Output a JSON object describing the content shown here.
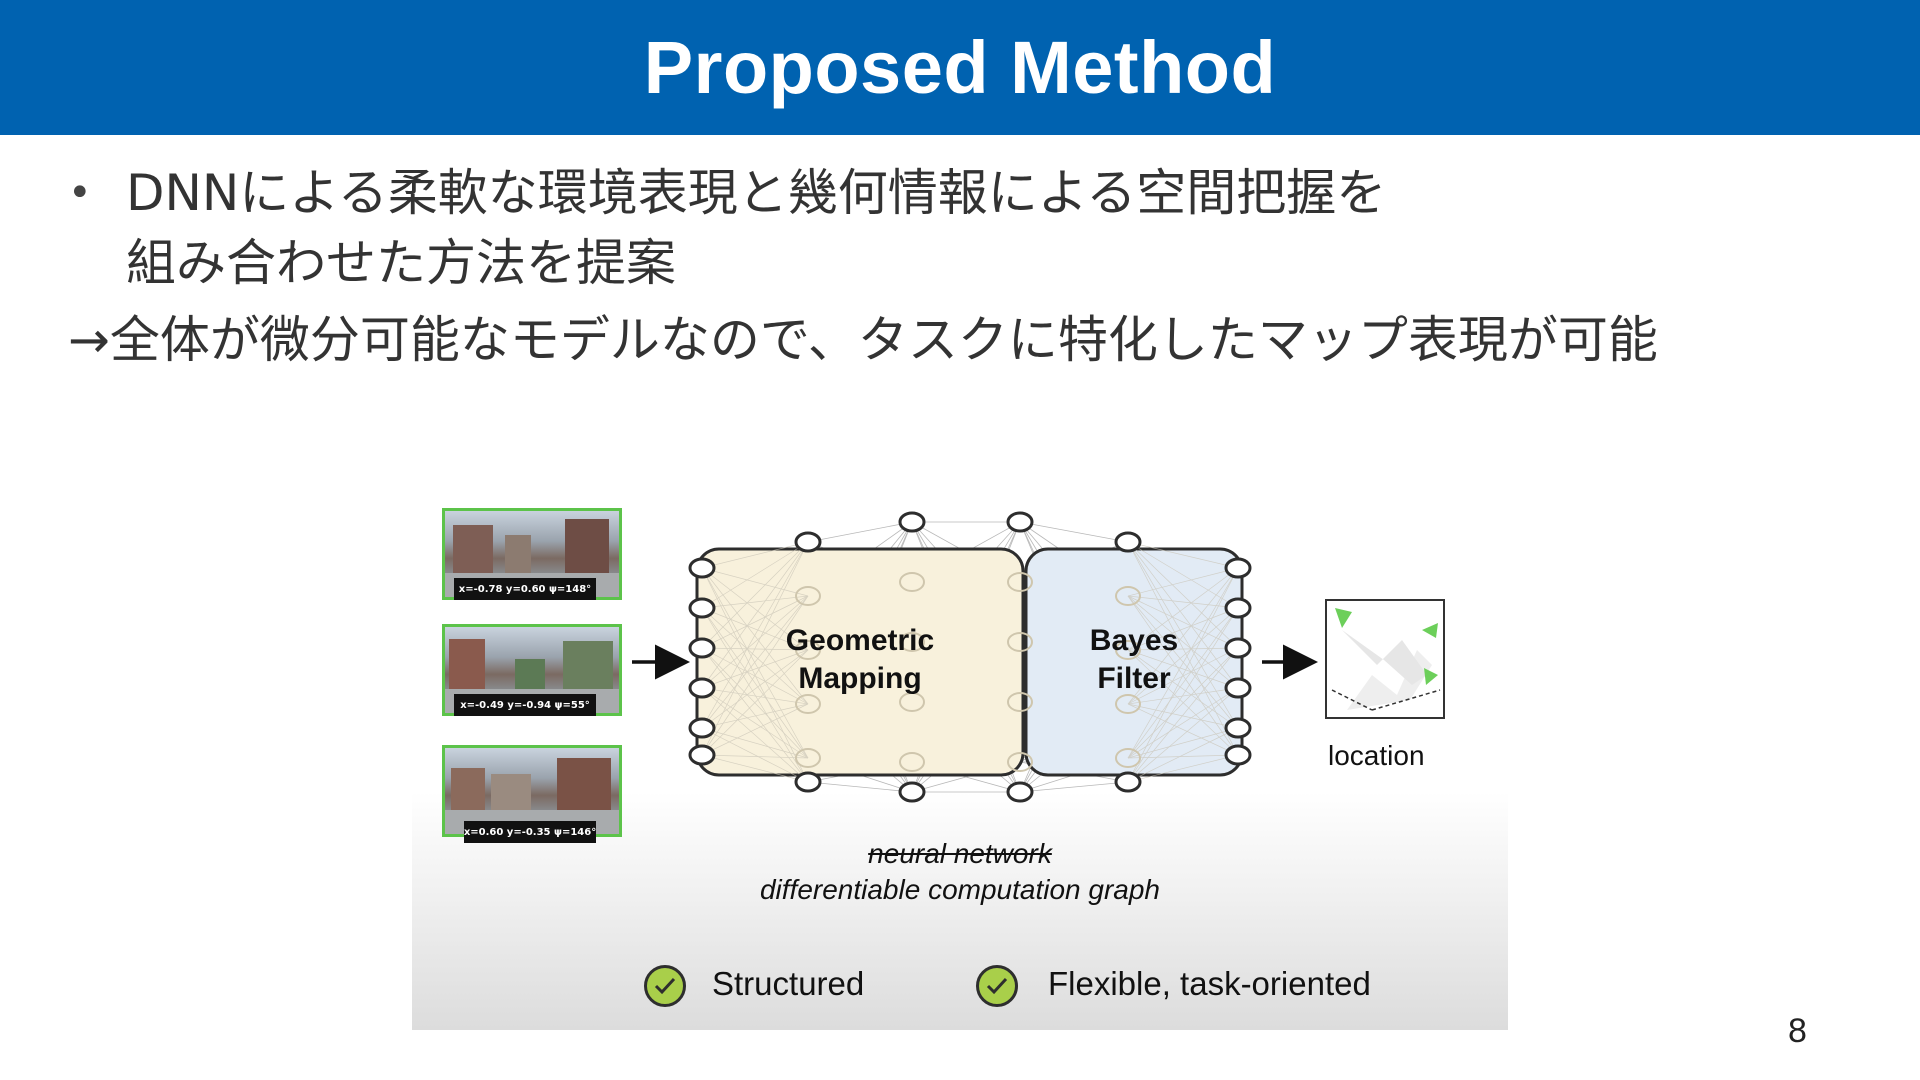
{
  "slide": {
    "title": "Proposed Method",
    "bullet_line1": "DNNによる柔軟な環境表現と幾何情報による空間把握を",
    "bullet_line2": "組み合わせた方法を提案",
    "arrow_line": "→全体が微分可能なモデルなので、タスクに特化したマップ表現が可能",
    "page_number": "8"
  },
  "figure": {
    "inputs": [
      {
        "coords": "x=-0.78 y=0.60 ψ=148°"
      },
      {
        "coords": "x=-0.49 y=-0.94 ψ=55°"
      },
      {
        "coords": "x=0.60 y=-0.35 ψ=146°"
      }
    ],
    "geometric_box": {
      "line1": "Geometric",
      "line2": "Mapping"
    },
    "bayes_box": {
      "line1": "Bayes",
      "line2": "Filter"
    },
    "output_label": "location",
    "caption_struck": "neural network",
    "caption": "differentiable computation graph",
    "checks": [
      {
        "label": "Structured"
      },
      {
        "label": "Flexible, task-oriented"
      }
    ],
    "colors": {
      "header": "#0062b0",
      "geometric_fill": "#f8f1dc",
      "bayes_fill": "#e2ebf5",
      "check": "#a9cf4a",
      "photo_border": "#5cc34a"
    }
  }
}
